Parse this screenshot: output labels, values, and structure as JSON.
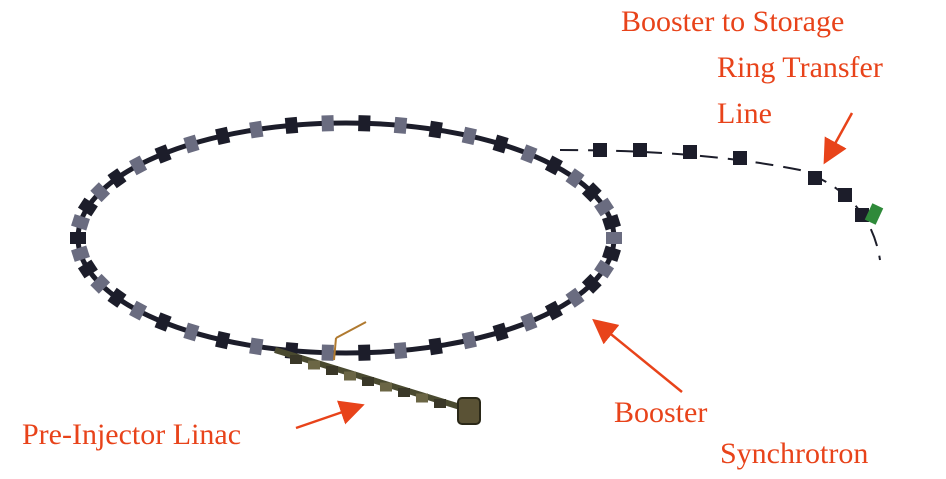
{
  "labels": {
    "transfer_line": [
      "Booster to Storage",
      "Ring Transfer",
      "Line"
    ],
    "linac": "Pre-Injector Linac",
    "booster": [
      "Booster",
      "Synchrotron"
    ]
  },
  "colors": {
    "label": "#e8431a",
    "arrow": "#e8431a",
    "magnet": "#1c1d2a",
    "magnet_shade": "#6a6c80",
    "accent_green": "#2f8a3a",
    "linac_body": "#4a4a30"
  }
}
